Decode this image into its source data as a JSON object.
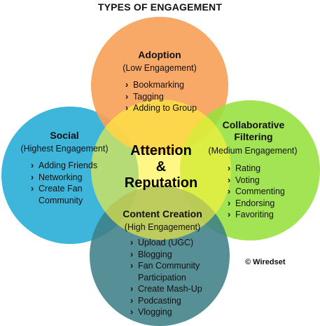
{
  "title": "TYPES OF ENGAGEMENT",
  "center": {
    "line1": "Attention",
    "line2": "&",
    "line3": "Reputation"
  },
  "bullet_marker": "›",
  "circles": {
    "adoption": {
      "title": "Adoption",
      "subtitle": "(Low Engagement)",
      "color": "#f7a25a",
      "items": [
        "Bookmarking",
        "Tagging",
        "Adding to Group"
      ]
    },
    "social": {
      "title": "Social",
      "subtitle": "(Highest Engagement)",
      "color": "#2eb0d8",
      "items": [
        "Adding Friends",
        "Networking",
        "Create Fan Community"
      ]
    },
    "collaborative": {
      "title": "Collaborative",
      "title2": "Filtering",
      "subtitle": "(Medium Engagement)",
      "color": "#96e03c",
      "items": [
        "Rating",
        "Voting",
        "Commenting",
        "Endorsing",
        "Favoriting"
      ]
    },
    "content": {
      "title": "Content Creation",
      "subtitle": "(High Engagement)",
      "color": "#3f7f86",
      "items": [
        "Upload (UGC)",
        "Blogging",
        "Fan Community Participation",
        "Create Mash-Up",
        "Podcasting",
        "Vlogging"
      ]
    }
  },
  "center_color": "#fff23a",
  "copyright": "© Wiredset"
}
